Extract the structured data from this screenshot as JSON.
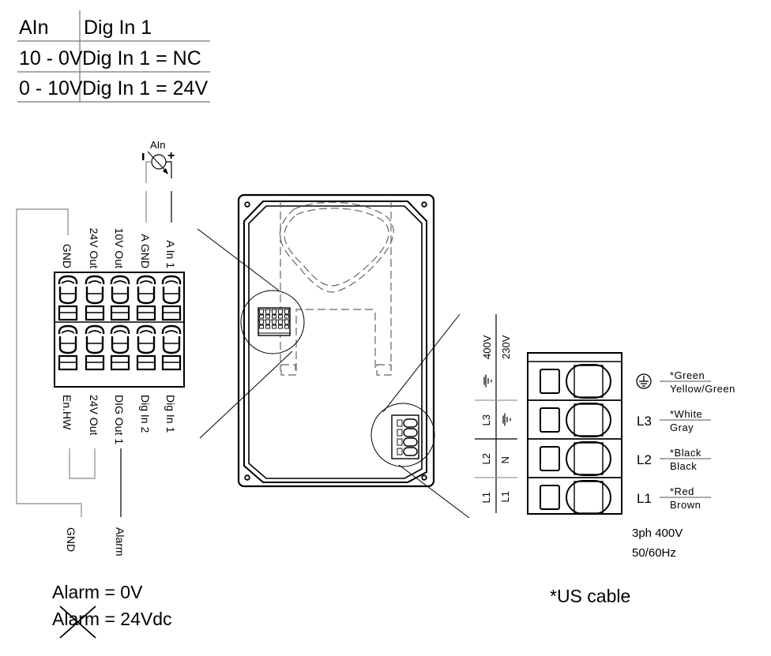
{
  "truth_table": {
    "headers": [
      "AIn",
      "Dig In 1"
    ],
    "rows": [
      [
        "10 - 0V",
        "Dig In 1 = NC"
      ],
      [
        "0 - 10V",
        "Dig In 1 = 24V"
      ]
    ]
  },
  "sensor": {
    "label": "AIn",
    "minus": "-",
    "plus": "+"
  },
  "control_terminal": {
    "top_labels": [
      "GND",
      "24V Out",
      "10V Out",
      "A GND",
      "A In 1"
    ],
    "bottom_labels": [
      "En.HW",
      "24V Out",
      "DIG Out 1",
      "Dig In 2",
      "Dig In 1"
    ],
    "wire_labels": {
      "gnd": "GND",
      "alarm": "Alarm"
    }
  },
  "alarm_notes": {
    "line1": "Alarm = 0V",
    "line2": "Alarm = 24Vdc"
  },
  "power_terminal": {
    "voltage_headers": [
      "400V",
      "230V"
    ],
    "rows": [
      {
        "v400": "PE",
        "v230": "",
        "label": "PE",
        "us_color": "*Green",
        "eu_color": "Yellow/Green"
      },
      {
        "v400": "L3",
        "v230": "PE",
        "label": "L3",
        "us_color": "*White",
        "eu_color": "Gray"
      },
      {
        "v400": "L2",
        "v230": "N",
        "label": "L2",
        "us_color": "*Black",
        "eu_color": "Black"
      },
      {
        "v400": "L1",
        "v230": "L1",
        "label": "L1",
        "us_color": "*Red",
        "eu_color": "Brown"
      }
    ],
    "supply_line1": "3ph 400V",
    "supply_line2": "50/60Hz"
  },
  "footnote": "*US cable"
}
